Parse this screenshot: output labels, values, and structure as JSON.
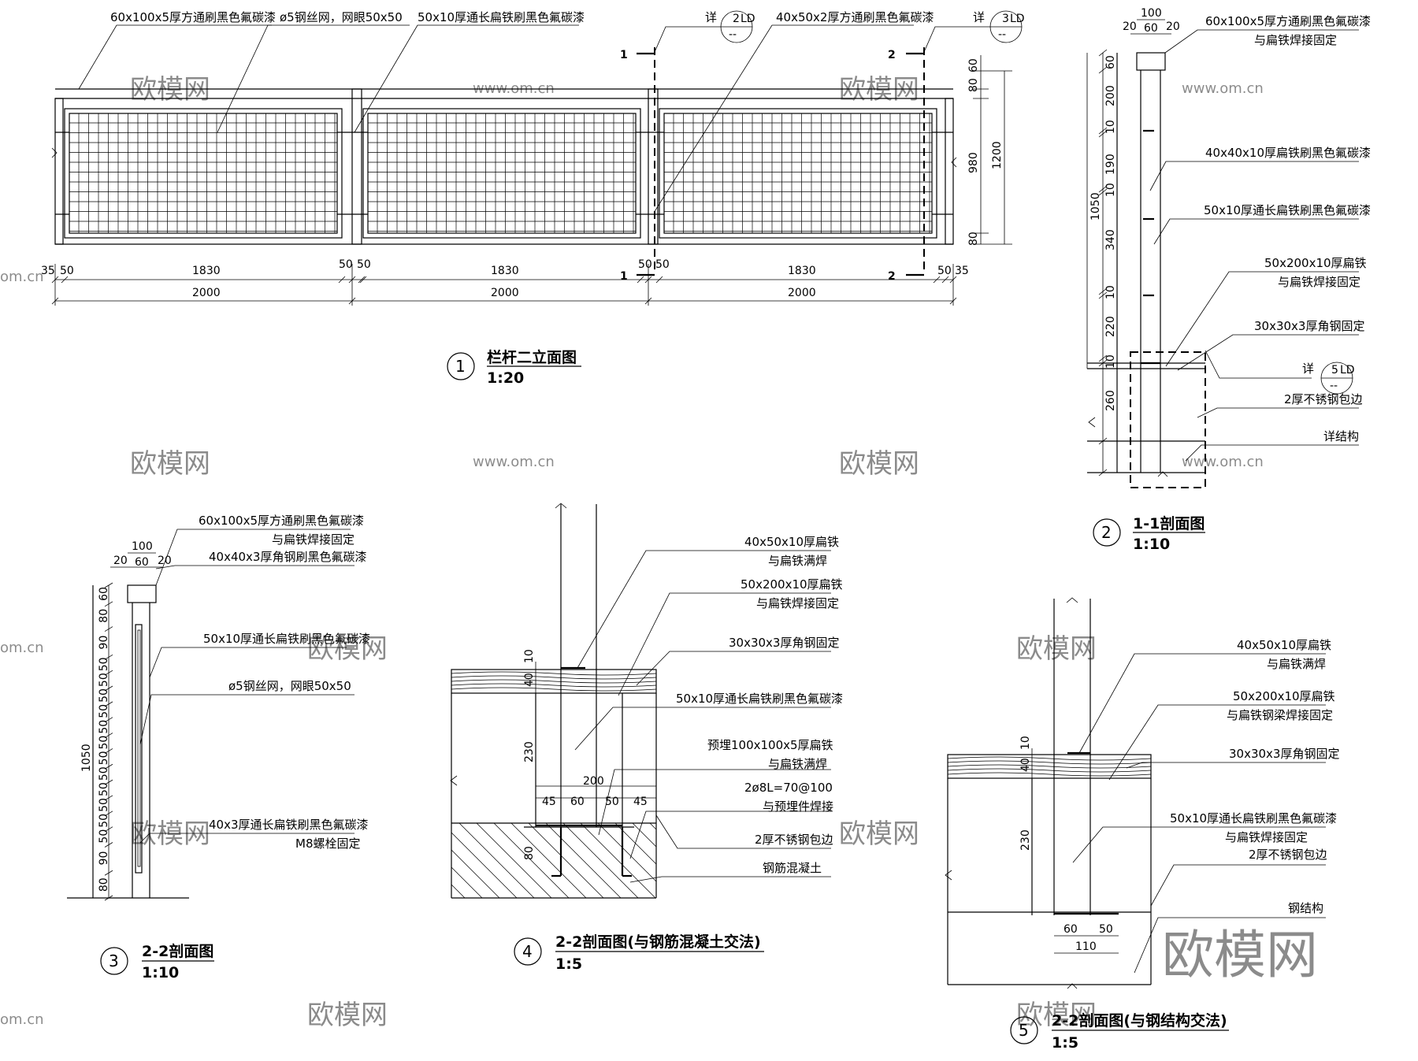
{
  "drawing": {
    "view1": {
      "num": "1",
      "title": "栏杆二立面图",
      "scale": "1:20",
      "labels": [
        "60x100x5厚方通刷黑色氟碳漆",
        "ø5钢丝网，网眼50x50",
        "50x10厚通长扁铁刷黑色氟碳漆",
        "40x50x2厚方通刷黑色氟碳漆"
      ],
      "detail_ref_prefix": "详",
      "detail_refs": [
        {
          "num": "2",
          "sheet": "LD",
          "sub": "--"
        },
        {
          "num": "3",
          "sheet": "LD",
          "sub": "--"
        }
      ],
      "section_marks": [
        "1",
        "2"
      ],
      "dims_top": [
        "35",
        "50",
        "1830",
        "50",
        "50",
        "1830",
        "50",
        "50",
        "1830",
        "50",
        "35"
      ],
      "dims_bottom": [
        "2000",
        "2000",
        "2000"
      ],
      "dims_right": [
        "60",
        "80",
        "980",
        "1200",
        "80"
      ]
    },
    "view2": {
      "num": "2",
      "title": "1-1剖面图",
      "scale": "1:10",
      "top_dims": [
        "100",
        "20",
        "60",
        "20"
      ],
      "left_dims": [
        "60",
        "200",
        "10",
        "190",
        "10",
        "340",
        "10",
        "220",
        "10",
        "260",
        "1050"
      ],
      "labels": [
        "60x100x5厚方通刷黑色氟碳漆",
        "与扁铁焊接固定",
        "40x40x10厚扁铁刷黑色氟碳漆",
        "50x10厚通长扁铁刷黑色氟碳漆",
        "50x200x10厚扁铁",
        "与扁铁焊接固定",
        "30x30x3厚角钢固定",
        "2厚不锈钢包边",
        "详结构"
      ],
      "detail_ref_prefix": "详",
      "detail_ref": {
        "num": "5",
        "sheet": "LD",
        "sub": "--"
      }
    },
    "view3": {
      "num": "3",
      "title": "2-2剖面图",
      "scale": "1:10",
      "top_dims": [
        "100",
        "20",
        "60",
        "20"
      ],
      "left_dims": [
        "60",
        "80",
        "90",
        "50",
        "50",
        "50",
        "50",
        "50",
        "50",
        "50",
        "50",
        "50",
        "50",
        "50",
        "50",
        "90",
        "80",
        "1050"
      ],
      "labels": [
        "60x100x5厚方通刷黑色氟碳漆",
        "与扁铁焊接固定",
        "40x40x3厚角钢刷黑色氟碳漆",
        "50x10厚通长扁铁刷黑色氟碳漆",
        "ø5钢丝网，网眼50x50",
        "40x3厚通长扁铁刷黑色氟碳漆",
        "M8螺栓固定"
      ]
    },
    "view4": {
      "num": "4",
      "title": "2-2剖面图(与钢筋混凝土交法)",
      "scale": "1:5",
      "dims": [
        "10",
        "40",
        "230",
        "200",
        "45",
        "60",
        "50",
        "45",
        "80"
      ],
      "labels": [
        "40x50x10厚扁铁",
        "与扁铁满焊",
        "50x200x10厚扁铁",
        "与扁铁焊接固定",
        "30x30x3厚角钢固定",
        "50x10厚通长扁铁刷黑色氟碳漆",
        "预埋100x100x5厚扁铁",
        "与扁铁满焊",
        "2ø8L=70@100",
        "与预埋件焊接",
        "2厚不锈钢包边",
        "钢筋混凝土"
      ]
    },
    "view5": {
      "num": "5",
      "title": "2-2剖面图(与钢结构交法)",
      "scale": "1:5",
      "dims": [
        "10",
        "40",
        "230",
        "60",
        "50",
        "110"
      ],
      "labels": [
        "40x50x10厚扁铁",
        "与扁铁满焊",
        "50x200x10厚扁铁",
        "与扁铁钢梁焊接固定",
        "30x30x3厚角钢固定",
        "50x10厚通长扁铁刷黑色氟碳漆",
        "与扁铁焊接固定",
        "2厚不锈钢包边",
        "钢结构"
      ]
    },
    "watermark": {
      "brand": "欧模网",
      "url": "www.om.cn",
      "url_short": "om.cn"
    }
  }
}
